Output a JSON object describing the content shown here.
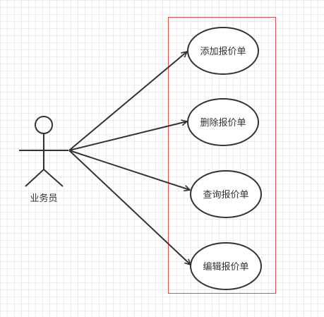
{
  "diagram": {
    "actor": {
      "label": "业务员"
    },
    "use_cases": [
      {
        "label": "添加报价单"
      },
      {
        "label": "删除报价单"
      },
      {
        "label": "查询报价单"
      },
      {
        "label": "编辑报价单"
      }
    ],
    "colors": {
      "line": "#333333",
      "boundary": "#d9534f",
      "ellipse_fill": "#ffffff"
    }
  }
}
